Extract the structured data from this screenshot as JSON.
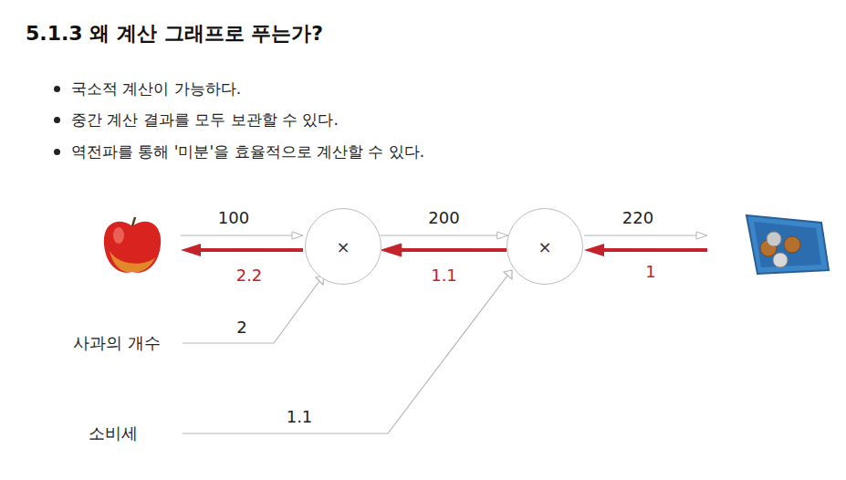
{
  "diagram": {
    "title": "5.1.3 왜 계산 그래프로 푸는가?",
    "nodes": [
      {
        "text": [
          "×"
        ]
      },
      {
        "text": [
          "×"
        ]
      }
    ],
    "edges": [
      {
        "from": 0,
        "to": 1,
        "arrow": "to",
        "label": "200"
      },
      {
        "from": 1,
        "to": 0,
        "arrow": "to",
        "label": "1.1"
      }
    ],
    "labels": [
      "국소적 계산이 가능하다.",
      "중간 계산 결과를 모두 보관할 수 있다.",
      "역전파를 통해 '미분'을 효율적으로 계산할 수 있다.",
      "100",
      "2.2",
      "220",
      "1",
      "2",
      "사과의 개수",
      "1.1",
      "소비세"
    ]
  }
}
